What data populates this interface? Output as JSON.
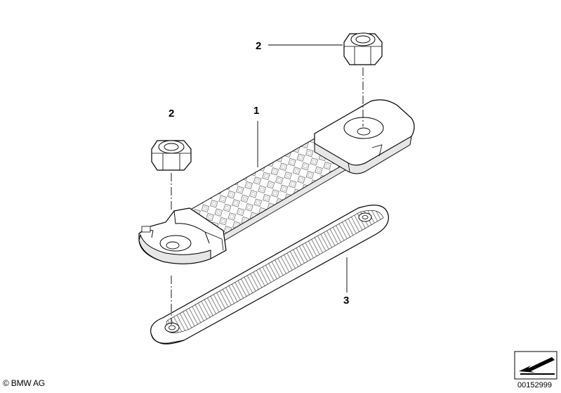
{
  "callouts": {
    "part_1": "1",
    "part_2_top": "2",
    "part_2_left": "2",
    "part_3": "3"
  },
  "footer": {
    "copyright": "© BMW AG",
    "document_number": "00152999"
  },
  "icons": {
    "corner": "arrow-direction-icon"
  },
  "colors": {
    "line": "#000000",
    "fill": "#ffffff",
    "shade": "#e6e6e6"
  }
}
